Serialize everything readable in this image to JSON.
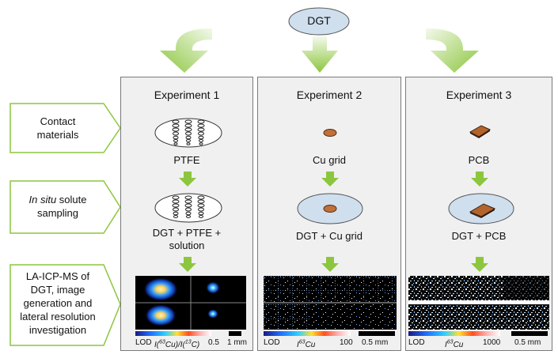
{
  "top_node": {
    "label": "DGT"
  },
  "side_labels": [
    {
      "lines": [
        "Contact",
        "materials"
      ]
    },
    {
      "italic": "In situ",
      "rest": " solute",
      "line2": "sampling"
    },
    {
      "lines": [
        "LA-ICP-MS of",
        "DGT, image",
        "generation and",
        "lateral resolution",
        "investigation"
      ]
    }
  ],
  "experiments": [
    {
      "title": "Experiment 1",
      "material": "PTFE",
      "sampling_lines": [
        "DGT + PTFE +",
        "solution"
      ],
      "scale": {
        "lod": "LOD",
        "quantity": "I(",
        "q_sup1": "63",
        "q_mid": "Cu)/I(",
        "q_sup2": "13",
        "q_end": "C)",
        "max": "0.5",
        "bar": "1 mm"
      }
    },
    {
      "title": "Experiment 2",
      "material": "Cu grid",
      "sampling_lines": [
        "DGT + Cu grid"
      ],
      "scale": {
        "lod": "LOD",
        "quantity": "I",
        "q_sup1": "63",
        "q_end": "Cu",
        "max": "100",
        "bar": "0.5 mm"
      }
    },
    {
      "title": "Experiment 3",
      "material": "PCB",
      "sampling_lines": [
        "DGT + PCB"
      ],
      "scale": {
        "lod": "LOD",
        "quantity": "I",
        "q_sup1": "63",
        "q_end": "Cu",
        "max": "1000",
        "bar": "0.5 mm"
      }
    }
  ],
  "colors": {
    "arrow_green": "#8cc63f",
    "arrow_light": "#e8f3d8",
    "panel_bg": "#f0f0f0",
    "dgt_disc": "#cfdfee",
    "side_box_border": "#8cc63f",
    "copper": "#c0703a"
  }
}
